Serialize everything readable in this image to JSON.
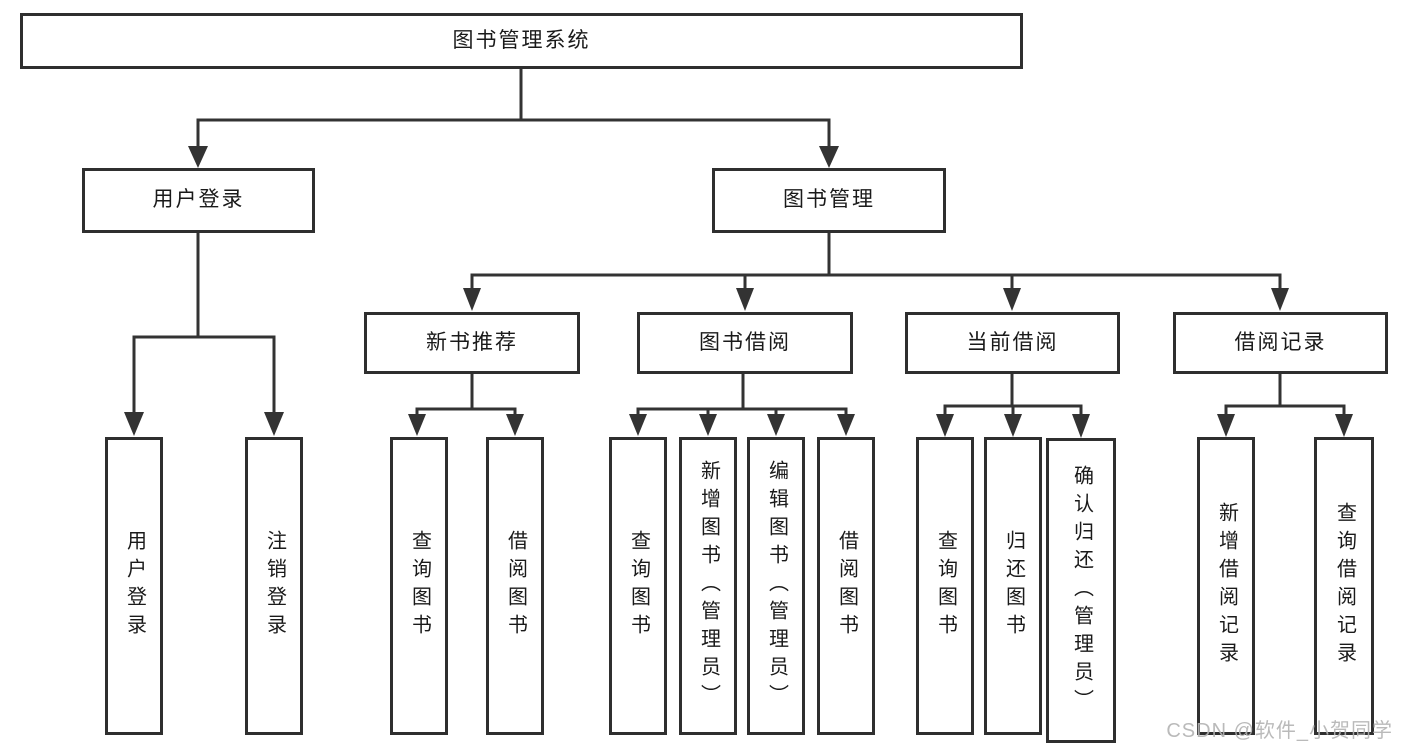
{
  "diagram": {
    "type": "functional-structure-tree",
    "watermark": "CSDN @软件_小贺同学",
    "colors": {
      "background": "#ffffff",
      "box_border": "#2f2f2f",
      "box_fill": "#ffffff",
      "connector_line": "#333333",
      "text": "#1a1a1a",
      "watermark_text": "#b3b3b3"
    },
    "tree": {
      "root": "图书管理系统",
      "children": [
        {
          "label": "用户登录",
          "children": [
            "用户登录",
            "注销登录"
          ]
        },
        {
          "label": "图书管理",
          "children": [
            {
              "label": "新书推荐",
              "children": [
                "查询图书",
                "借阅图书"
              ]
            },
            {
              "label": "图书借阅",
              "children": [
                "查询图书",
                "新增图书（管理员）",
                "编辑图书（管理员）",
                "借阅图书"
              ]
            },
            {
              "label": "当前借阅",
              "children": [
                "查询图书",
                "归还图书",
                "确认归还（管理员）"
              ]
            },
            {
              "label": "借阅记录",
              "children": [
                "新增借阅记录",
                "查询借阅记录"
              ]
            }
          ]
        }
      ]
    }
  }
}
